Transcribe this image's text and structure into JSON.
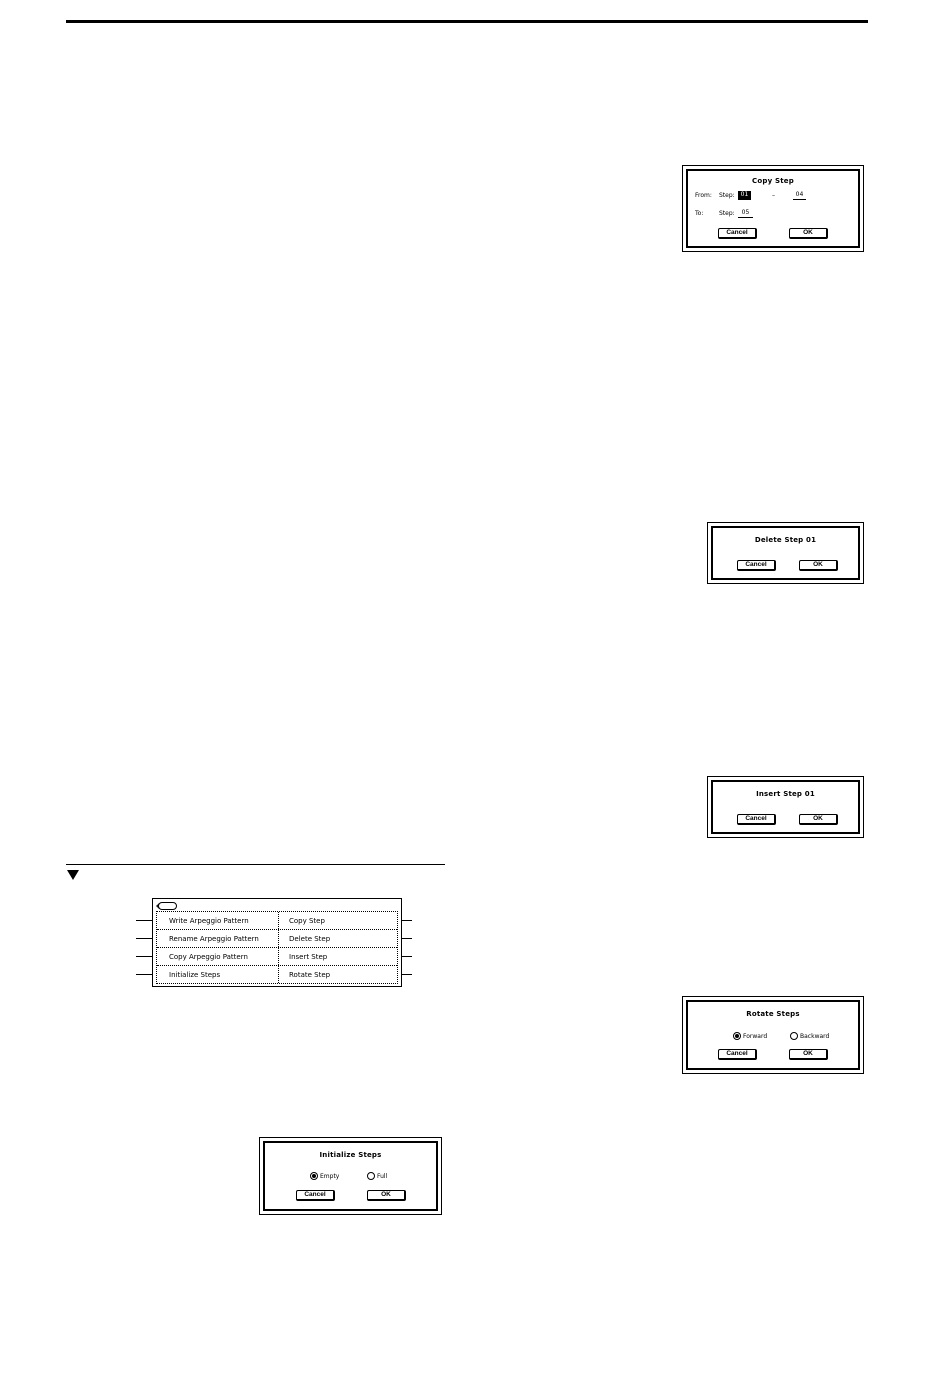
{
  "copy_step": {
    "title": "Copy Step",
    "from_label": "From:",
    "to_label": "To:",
    "step_label": "Step:",
    "from_start": "01",
    "dash": "–",
    "from_end": "04",
    "to_step": "05",
    "cancel": "Cancel",
    "ok": "OK"
  },
  "delete_step": {
    "title": "Delete Step 01",
    "cancel": "Cancel",
    "ok": "OK"
  },
  "insert_step": {
    "title": "Insert Step 01",
    "cancel": "Cancel",
    "ok": "OK"
  },
  "rotate_steps": {
    "title": "Rotate Steps",
    "options": [
      "Forward",
      "Backward"
    ],
    "selected": "Forward",
    "cancel": "Cancel",
    "ok": "OK"
  },
  "initialize_steps": {
    "title": "Initialize Steps",
    "options": [
      "Empty",
      "Full"
    ],
    "selected": "Empty",
    "cancel": "Cancel",
    "ok": "OK"
  },
  "page_menu": {
    "left": [
      "Write Arpeggio Pattern",
      "Rename Arpeggio Pattern",
      "Copy Arpeggio Pattern",
      "Initialize Steps"
    ],
    "right": [
      "Copy Step",
      "Delete Step",
      "Insert Step",
      "Rotate Step"
    ]
  }
}
